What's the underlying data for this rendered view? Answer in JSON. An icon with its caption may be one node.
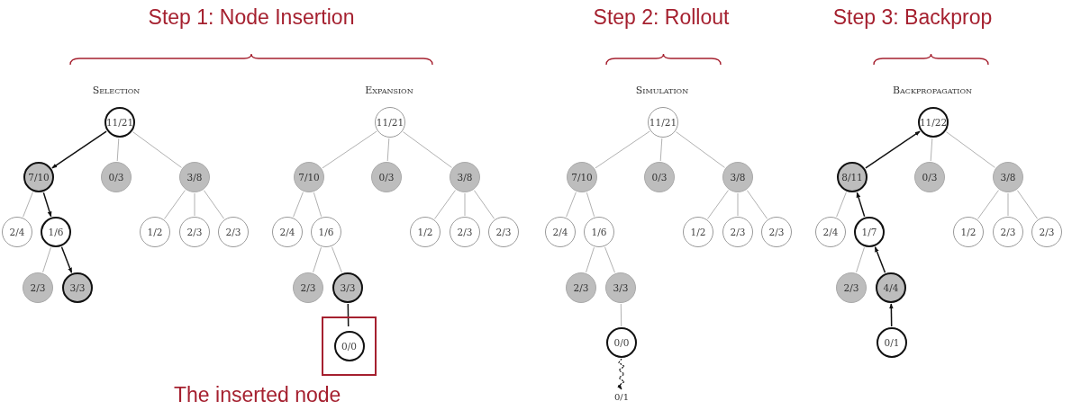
{
  "diagram": {
    "nodes": [
      {
        "text": [
          "11/21"
        ]
      },
      {
        "text": [
          "7/10"
        ]
      },
      {
        "text": [
          "0/3"
        ]
      },
      {
        "text": [
          "3/8"
        ]
      },
      {
        "text": [
          "2/4"
        ]
      },
      {
        "text": [
          "1/6"
        ]
      },
      {
        "text": [
          "1/2"
        ]
      },
      {
        "text": [
          "2/3"
        ]
      },
      {
        "text": [
          "2/3"
        ]
      },
      {
        "text": [
          "2/3"
        ]
      },
      {
        "text": [
          "3/3"
        ]
      },
      {
        "text": [
          "11/21"
        ]
      },
      {
        "text": [
          "7/10"
        ]
      },
      {
        "text": [
          "0/3"
        ]
      },
      {
        "text": [
          "3/8"
        ]
      },
      {
        "text": [
          "2/4"
        ]
      },
      {
        "text": [
          "1/6"
        ]
      },
      {
        "text": [
          "1/2"
        ]
      },
      {
        "text": [
          "2/3"
        ]
      },
      {
        "text": [
          "2/3"
        ]
      },
      {
        "text": [
          "2/3"
        ]
      },
      {
        "text": [
          "3/3"
        ]
      },
      {
        "text": [],
        "shape": "box",
        "beside": [
          "The inserted node"
        ]
      },
      {
        "text": [
          "0/0"
        ],
        "in": 22
      },
      {
        "text": [
          "11/21"
        ]
      },
      {
        "text": [
          "7/10"
        ]
      },
      {
        "text": [
          "0/3"
        ]
      },
      {
        "text": [
          "3/8"
        ]
      },
      {
        "text": [
          "2/4"
        ]
      },
      {
        "text": [
          "1/6"
        ]
      },
      {
        "text": [
          "1/2"
        ]
      },
      {
        "text": [
          "2/3"
        ]
      },
      {
        "text": [
          "2/3"
        ]
      },
      {
        "text": [
          "2/3"
        ]
      },
      {
        "text": [
          "3/3"
        ]
      },
      {
        "text": [
          "0/0"
        ]
      },
      {
        "text": [
          "0/1"
        ]
      },
      {
        "text": [
          "11/22"
        ]
      },
      {
        "text": [
          "8/11"
        ]
      },
      {
        "text": [
          "0/3"
        ]
      },
      {
        "text": [
          "3/8"
        ]
      },
      {
        "text": [
          "2/4"
        ]
      },
      {
        "text": [
          "1/7"
        ]
      },
      {
        "text": [
          "1/2"
        ]
      },
      {
        "text": [
          "2/3"
        ]
      },
      {
        "text": [
          "2/3"
        ]
      },
      {
        "text": [
          "2/3"
        ]
      },
      {
        "text": [
          "4/4"
        ]
      },
      {
        "text": [
          "0/1"
        ]
      }
    ],
    "edges": [
      {
        "from": 0,
        "to": 1,
        "arrow": "to",
        "color": "#111111"
      },
      {
        "from": 0,
        "to": 2,
        "arrow": "none"
      },
      {
        "from": 0,
        "to": 3,
        "arrow": "none"
      },
      {
        "from": 1,
        "to": 4,
        "arrow": "none"
      },
      {
        "from": 1,
        "to": 5,
        "arrow": "to",
        "color": "#111111"
      },
      {
        "from": 3,
        "to": 6,
        "arrow": "none"
      },
      {
        "from": 3,
        "to": 7,
        "arrow": "none"
      },
      {
        "from": 3,
        "to": 8,
        "arrow": "none"
      },
      {
        "from": 5,
        "to": 9,
        "arrow": "none"
      },
      {
        "from": 5,
        "to": 10,
        "arrow": "to",
        "color": "#111111"
      },
      {
        "from": 11,
        "to": 12,
        "arrow": "none"
      },
      {
        "from": 11,
        "to": 13,
        "arrow": "none"
      },
      {
        "from": 11,
        "to": 14,
        "arrow": "none"
      },
      {
        "from": 12,
        "to": 15,
        "arrow": "none"
      },
      {
        "from": 12,
        "to": 16,
        "arrow": "none"
      },
      {
        "from": 14,
        "to": 17,
        "arrow": "none"
      },
      {
        "from": 14,
        "to": 18,
        "arrow": "none"
      },
      {
        "from": 14,
        "to": 19,
        "arrow": "none"
      },
      {
        "from": 16,
        "to": 20,
        "arrow": "none"
      },
      {
        "from": 16,
        "to": 21,
        "arrow": "none"
      },
      {
        "from": 21,
        "to": 23,
        "arrow": "none",
        "color": "#111111"
      },
      {
        "from": 24,
        "to": 25,
        "arrow": "none"
      },
      {
        "from": 24,
        "to": 26,
        "arrow": "none"
      },
      {
        "from": 24,
        "to": 27,
        "arrow": "none"
      },
      {
        "from": 25,
        "to": 28,
        "arrow": "none"
      },
      {
        "from": 25,
        "to": 29,
        "arrow": "none"
      },
      {
        "from": 27,
        "to": 30,
        "arrow": "none"
      },
      {
        "from": 27,
        "to": 31,
        "arrow": "none"
      },
      {
        "from": 27,
        "to": 32,
        "arrow": "none"
      },
      {
        "from": 29,
        "to": 33,
        "arrow": "none"
      },
      {
        "from": 29,
        "to": 34,
        "arrow": "none"
      },
      {
        "from": 34,
        "to": 35,
        "arrow": "none"
      },
      {
        "from": 35,
        "to": 36,
        "arrow": "to",
        "style": "dashed",
        "color": "#111111"
      },
      {
        "from": 38,
        "to": 37,
        "arrow": "to",
        "color": "#111111"
      },
      {
        "from": 37,
        "to": 39,
        "arrow": "none"
      },
      {
        "from": 37,
        "to": 40,
        "arrow": "none"
      },
      {
        "from": 38,
        "to": 41,
        "arrow": "none"
      },
      {
        "from": 42,
        "to": 38,
        "arrow": "to",
        "color": "#111111"
      },
      {
        "from": 40,
        "to": 43,
        "arrow": "none"
      },
      {
        "from": 40,
        "to": 44,
        "arrow": "none"
      },
      {
        "from": 40,
        "to": 45,
        "arrow": "none"
      },
      {
        "from": 42,
        "to": 46,
        "arrow": "none"
      },
      {
        "from": 47,
        "to": 42,
        "arrow": "to",
        "color": "#111111"
      },
      {
        "from": 48,
        "to": 47,
        "arrow": "to",
        "color": "#111111"
      }
    ],
    "labels": [
      "Step 1: Node Insertion",
      "Step 2: Rollout",
      "Step 3: Backprop",
      "Selection",
      "Expansion",
      "Simulation",
      "Backpropagation"
    ]
  }
}
